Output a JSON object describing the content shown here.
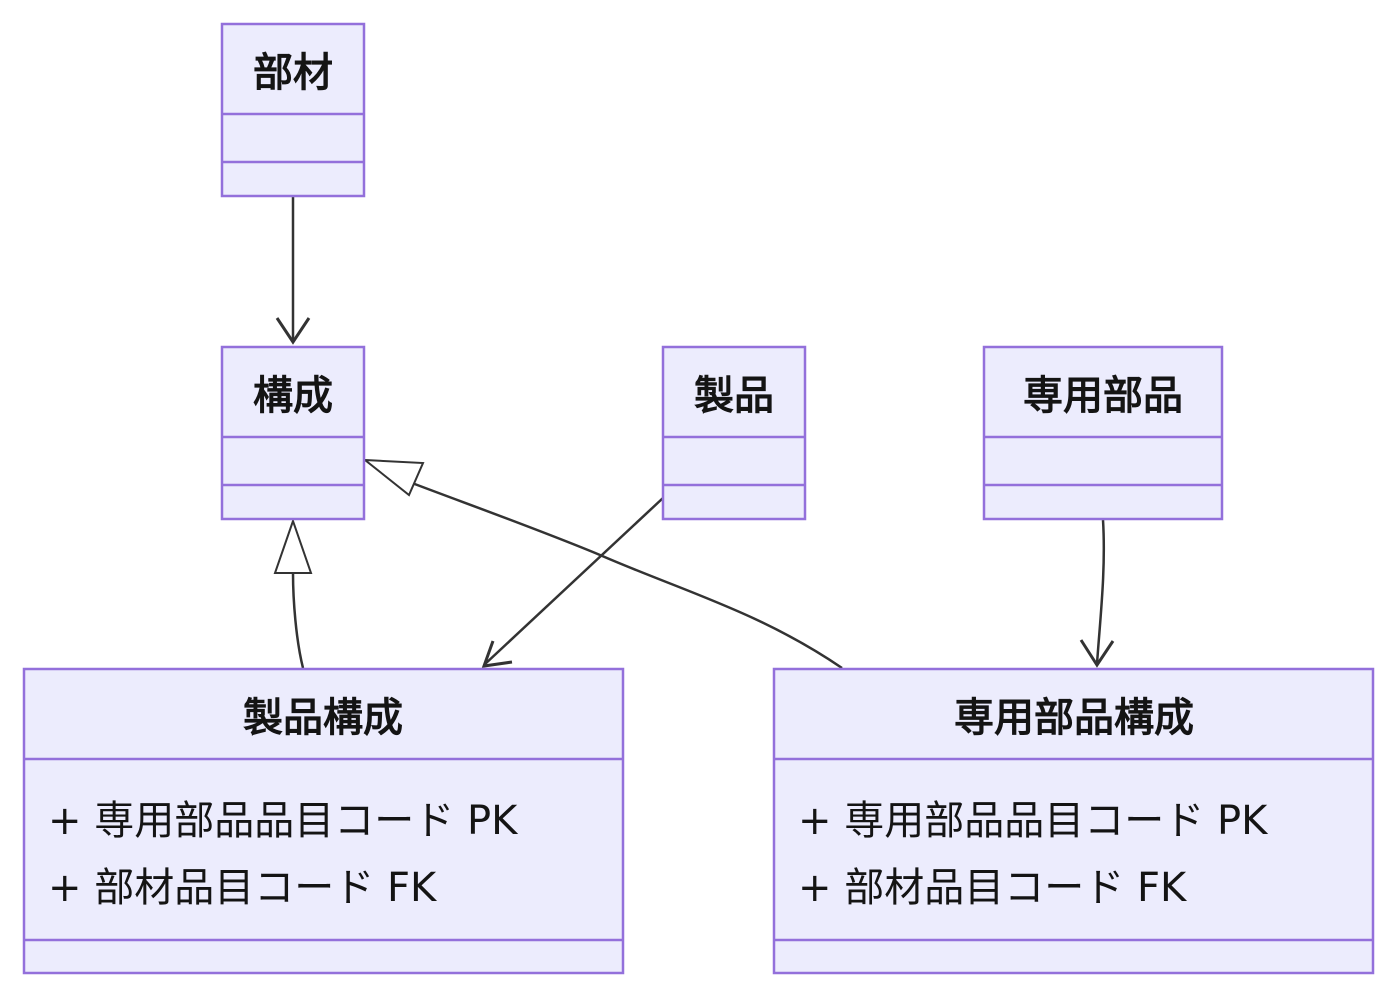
{
  "classes": {
    "buzai": {
      "name": "部材",
      "attributes": []
    },
    "kousei": {
      "name": "構成",
      "attributes": []
    },
    "seihin": {
      "name": "製品",
      "attributes": []
    },
    "senyou_buhin": {
      "name": "専用部品",
      "attributes": []
    },
    "seihin_kousei": {
      "name": "製品構成",
      "attributes": [
        "+ 専用部品品目コード PK",
        "+ 部材品目コード FK"
      ]
    },
    "senyou_buhin_kousei": {
      "name": "専用部品構成",
      "attributes": [
        "+ 専用部品品目コード PK",
        "+ 部材品目コード FK"
      ]
    }
  },
  "relations": [
    {
      "from": "部材",
      "to": "構成",
      "type": "association"
    },
    {
      "from": "製品構成",
      "to": "構成",
      "type": "inheritance"
    },
    {
      "from": "専用部品構成",
      "to": "構成",
      "type": "inheritance"
    },
    {
      "from": "製品",
      "to": "製品構成",
      "type": "association"
    },
    {
      "from": "専用部品",
      "to": "専用部品構成",
      "type": "association"
    }
  ],
  "colors": {
    "box_fill": "#ececfd",
    "box_border": "#9370db",
    "edge": "#333333",
    "text": "#141414"
  }
}
